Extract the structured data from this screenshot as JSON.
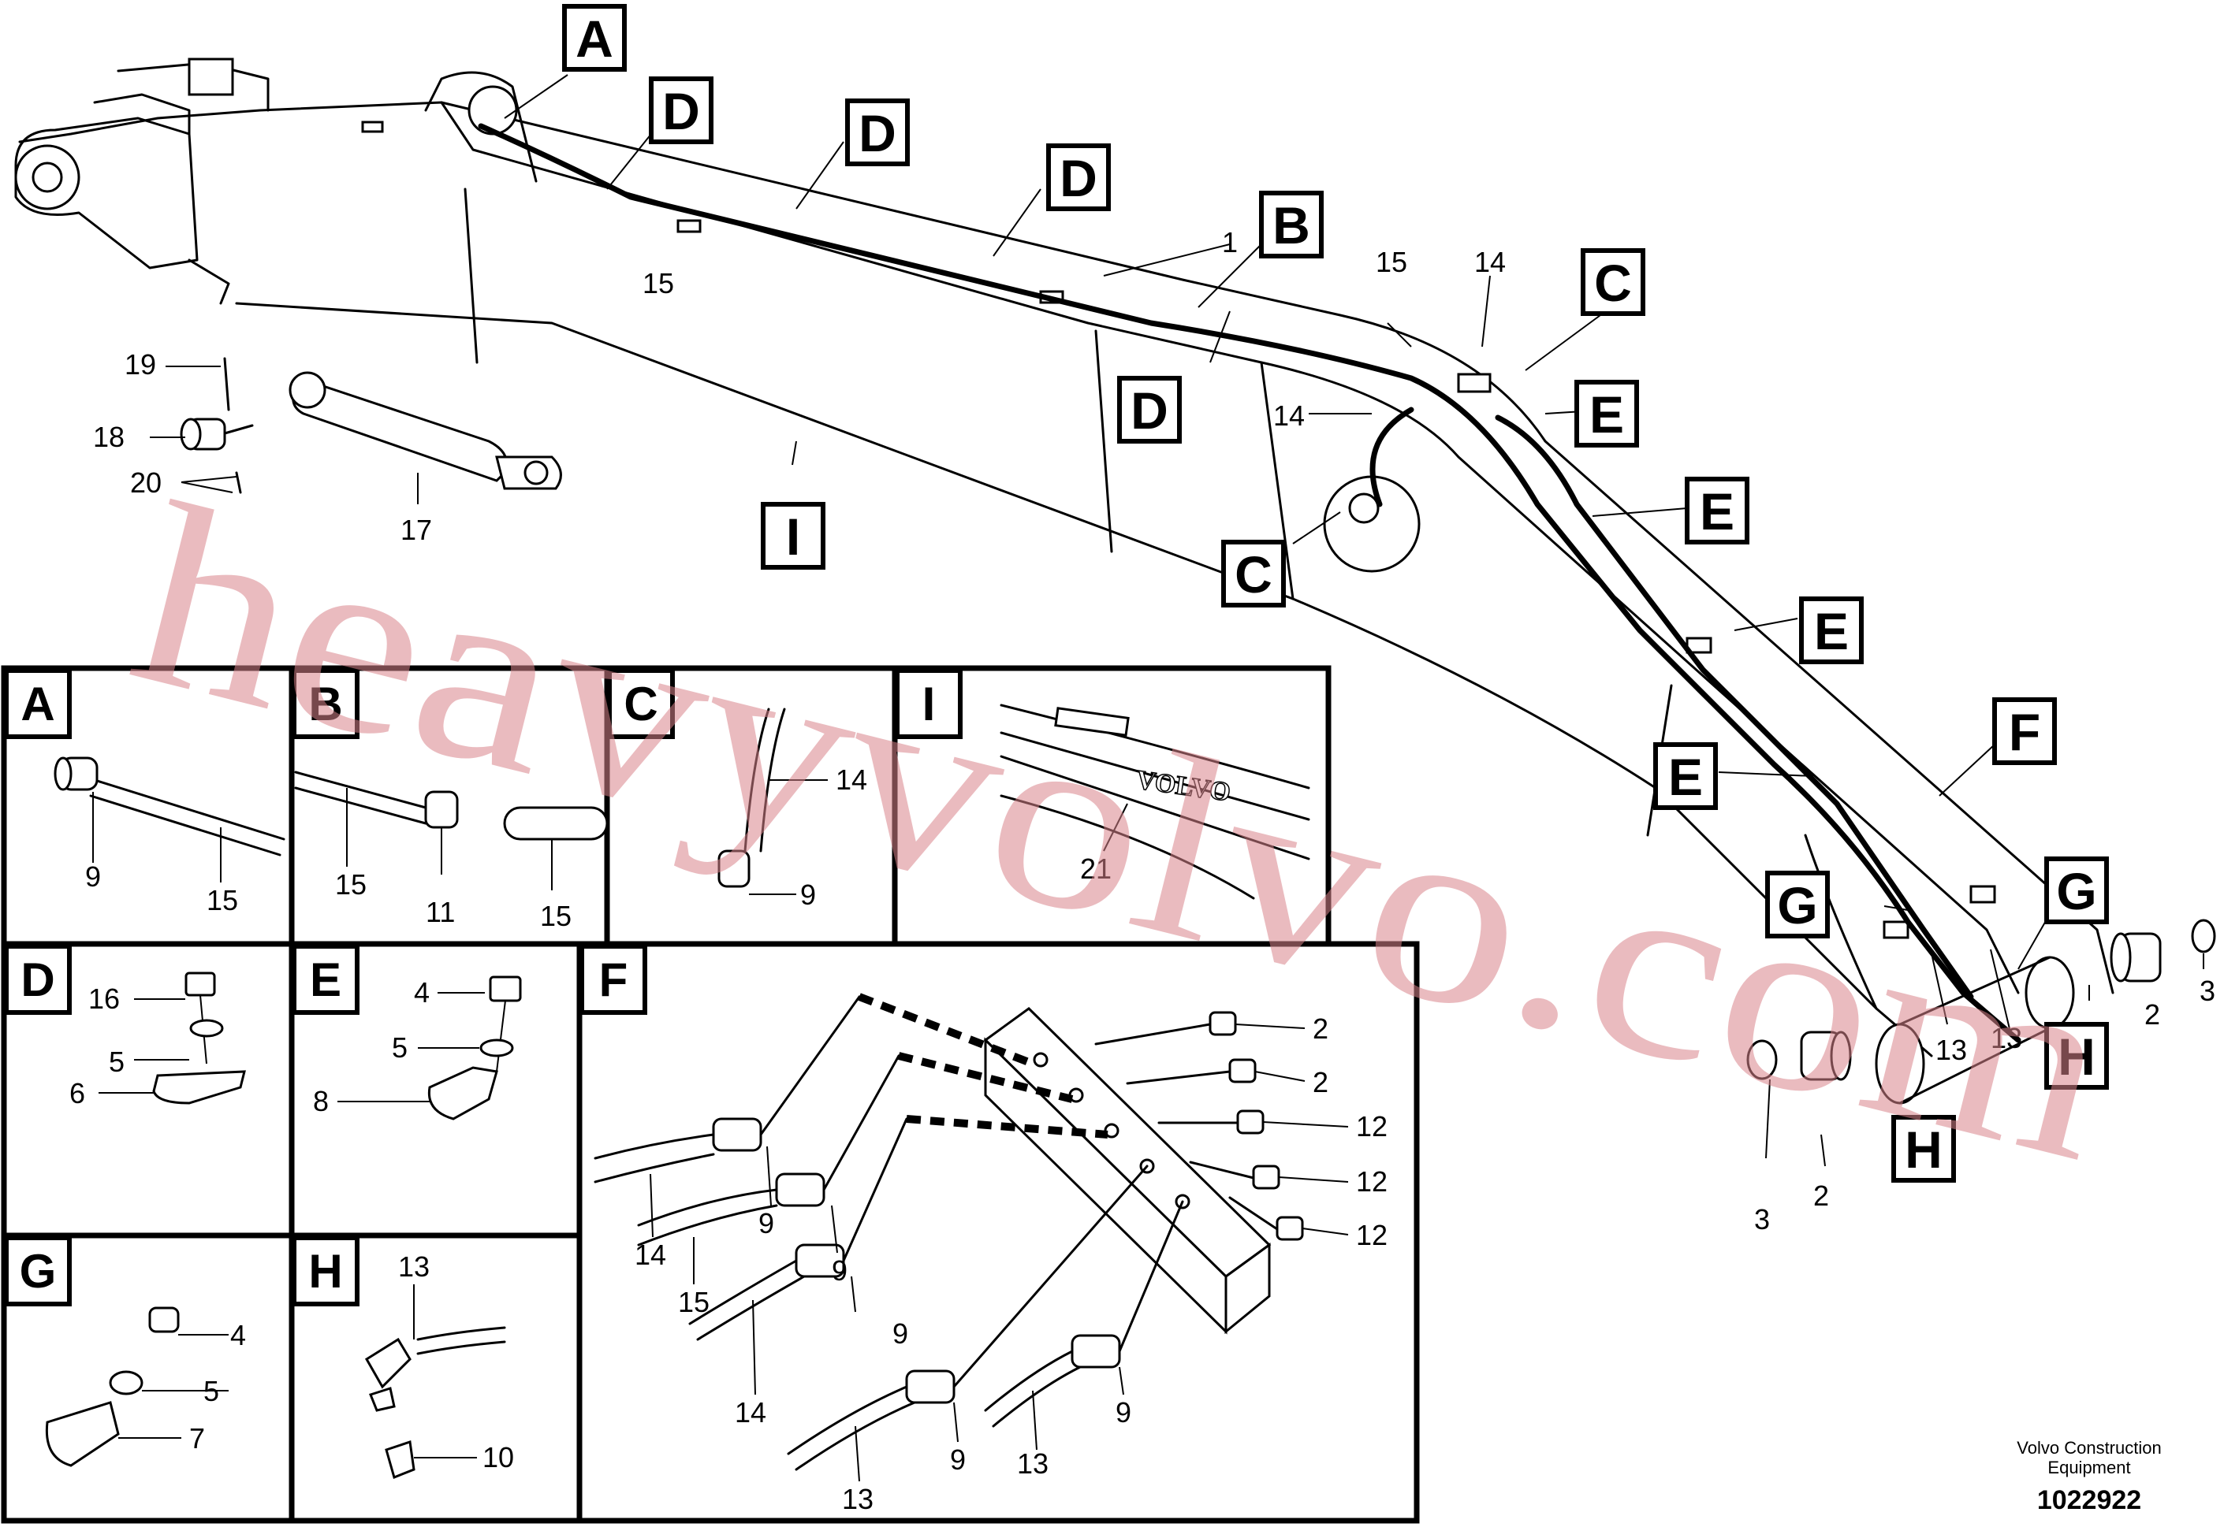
{
  "callouts": {
    "A": "A",
    "B": "B",
    "C": "C",
    "D": "D",
    "E": "E",
    "F": "F",
    "G": "G",
    "H": "H",
    "I": "I"
  },
  "parts": {
    "p1": "1",
    "p2": "2",
    "p3": "3",
    "p4": "4",
    "p5": "5",
    "p6": "6",
    "p7": "7",
    "p8": "8",
    "p9": "9",
    "p10": "10",
    "p11": "11",
    "p12": "12",
    "p13": "13",
    "p14": "14",
    "p15": "15",
    "p16": "16",
    "p17": "17",
    "p18": "18",
    "p19": "19",
    "p20": "20",
    "p21": "21"
  },
  "plate_text": "VOLVO",
  "watermark": "heavyvolvo.com",
  "footer": {
    "publisher_line1": "Volvo Construction",
    "publisher_line2": "Equipment",
    "drawing_number": "1022922"
  }
}
